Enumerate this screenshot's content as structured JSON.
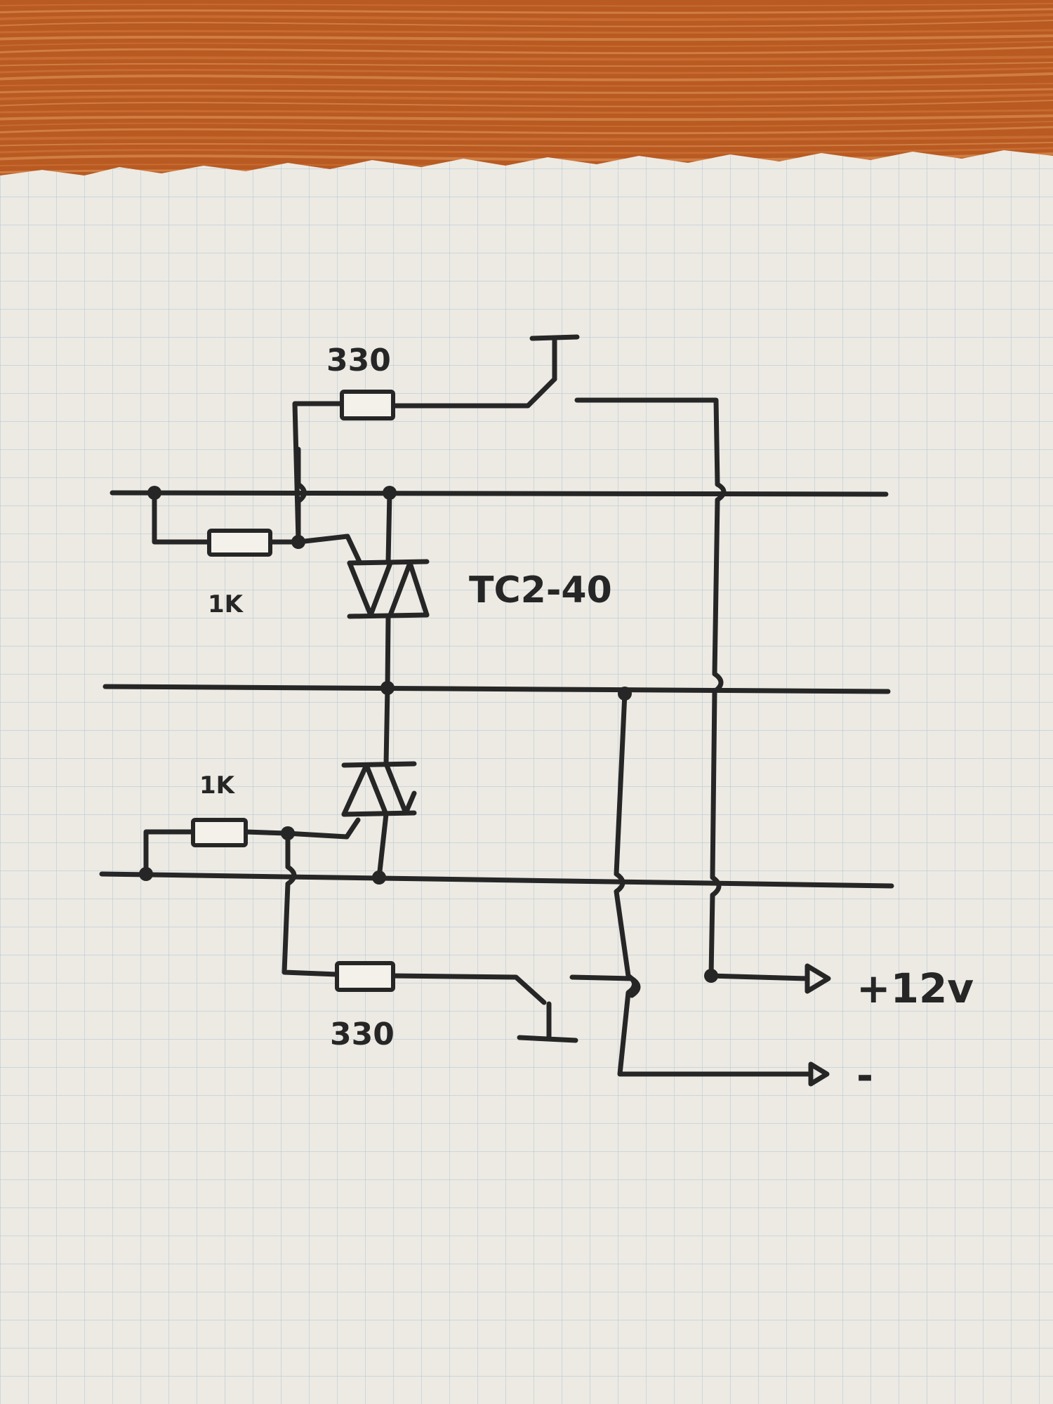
{
  "colors": {
    "paper": "#eceae3",
    "grid": "#b9c9d6",
    "ink": "#262626",
    "wood_light": "#e39b5c",
    "wood_dark": "#b85a22"
  },
  "labels": {
    "top_resistor": "330",
    "top_gate_resistor": "1K",
    "triac_model": "TC2-40",
    "bottom_gate_resistor": "1K",
    "bottom_resistor": "330",
    "positive_terminal": "+12v",
    "negative_terminal": "-"
  },
  "components": {
    "switch_top": "push-button-switch",
    "switch_bottom": "push-button-switch",
    "triac_top": "triac",
    "triac_bottom": "triac"
  }
}
